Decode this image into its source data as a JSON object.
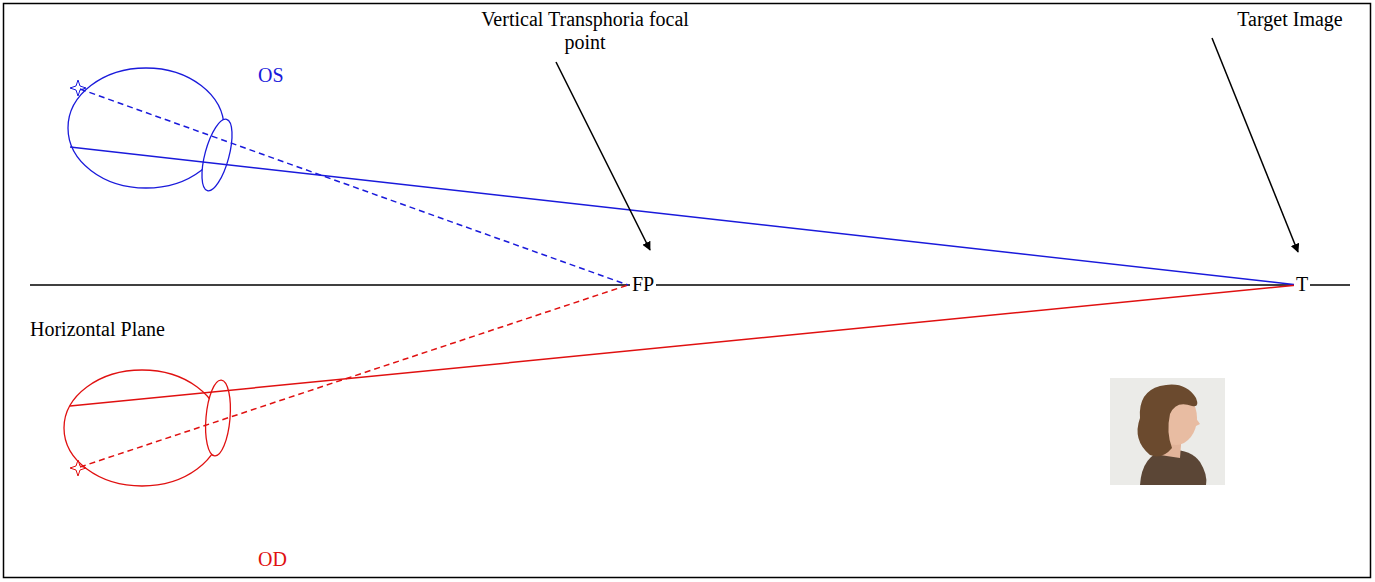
{
  "diagram": {
    "labels": [
      "Vertical Transphoria focal point",
      "Target Image",
      "OS",
      "FP",
      "Horizontal Plane",
      "T",
      "OD"
    ]
  }
}
